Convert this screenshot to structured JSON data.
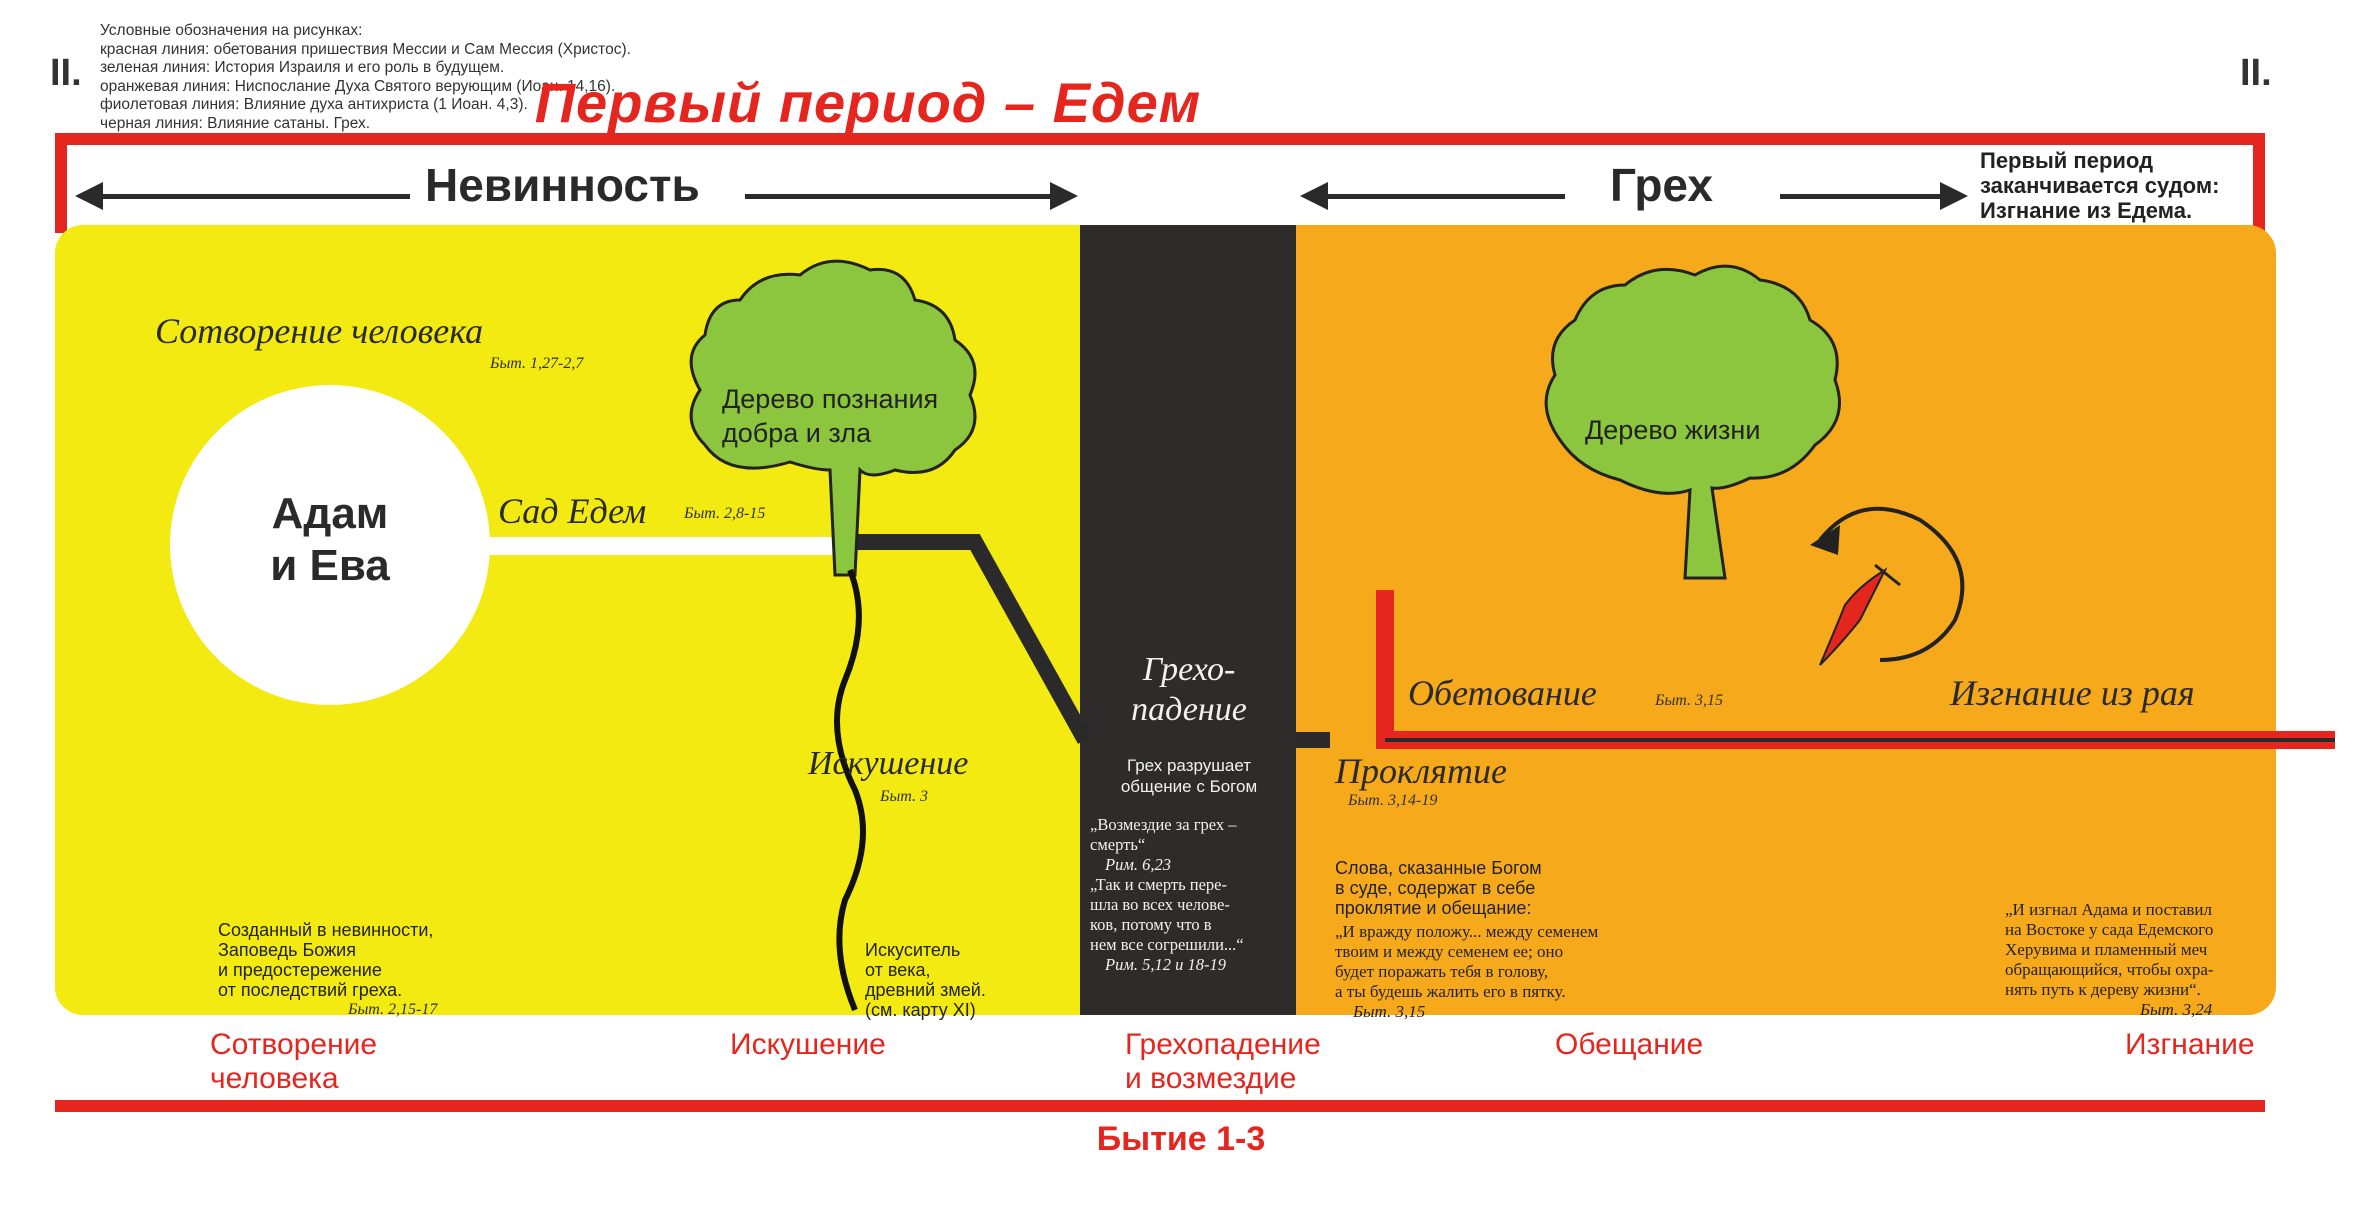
{
  "legend": {
    "heading": "Условные обозначения на рисунках:",
    "items": [
      "красная линия: обетования пришествия Мессии и Сам Мессия (Христос).",
      "зеленая линия: История Израиля и его роль в будущем.",
      "оранжевая линия: Ниспослание Духа Святого верующим (Иоан. 14,16).",
      "фиолетовая линия: Влияние духа антихриста (1 Иоан. 4,3).",
      "черная линия: Влияние сатаны. Грех."
    ]
  },
  "corner_left": "II.",
  "corner_right": "II.",
  "title": "Первый период – Едем",
  "innocence": "Невинность",
  "sin": "Грех",
  "judgment": [
    "Первый период",
    "заканчивается судом:",
    "Изгнание из Едема."
  ],
  "creation": {
    "title": "Сотворение человека",
    "ref": "Быт. 1,27-2,7"
  },
  "adam_eve": [
    "Адам",
    "и Ева"
  ],
  "tree_knowledge": [
    "Дерево познания",
    "добра и зла"
  ],
  "garden": {
    "title": "Сад Едем",
    "ref": "Быт. 2,8-15"
  },
  "temptation": {
    "title": "Искушение",
    "ref": "Быт. 3"
  },
  "created_note": {
    "lines": [
      "Созданный в невинности,",
      "Заповедь Божия",
      "и предостережение",
      "от последствий греха."
    ],
    "ref": "Быт. 2,15-17"
  },
  "tempter_note": [
    "Искуситель",
    "от века,",
    "древний змей.",
    "(см. карту XI)"
  ],
  "fall": {
    "title": [
      "Грехо-",
      "падение"
    ],
    "sub": [
      "Грех разрушает",
      "общение с Богом"
    ],
    "quote1": [
      "„Возмездие за грех –",
      "смерть“"
    ],
    "ref1": "Рим. 6,23",
    "quote2": [
      "„Так и смерть пере-",
      "шла во всех человe-",
      "ков, потому что в",
      "нем все согрешили...“"
    ],
    "ref2": "Рим. 5,12 и 18-19"
  },
  "tree_life": "Дерево жизни",
  "promise": {
    "title": "Обетование",
    "ref": "Быт. 3,15"
  },
  "expulsion": {
    "title": "Изгнание из рая"
  },
  "curse": {
    "title": "Проклятие",
    "ref": "Быт. 3,14-19"
  },
  "words_note": {
    "lines": [
      "Слова, сказанные Богом",
      "в суде, содержат в себе",
      "проклятие и обещание:"
    ],
    "quote": [
      "„И вражду положу... между семенем",
      "твоим и между семенем ее; оно",
      "будет поражать тебя в голову,",
      "а ты будешь жалить его в пятку."
    ],
    "ref": "Быт. 3,15"
  },
  "expel_note": {
    "lines": [
      "„И изгнал Адама и поставил",
      "на Востоке у сада Едемского",
      "Херувима и пламенный меч",
      "обращающийся, чтобы охра-",
      "нять путь к дереву жизни“."
    ],
    "ref": "Быт. 3,24"
  },
  "bottom": {
    "creation": [
      "Сотворение",
      "человека"
    ],
    "temptation": "Искушение",
    "fall": [
      "Грехопадение",
      "и возмездие"
    ],
    "promise": "Обещание",
    "expulsion": "Изгнание"
  },
  "footer": "Бытие 1-3",
  "colors": {
    "red": "#e5261f",
    "yellow": "#f2ea10",
    "orange": "#f7a91c",
    "dark": "#2f2b2b",
    "green": "#8cc63e"
  }
}
